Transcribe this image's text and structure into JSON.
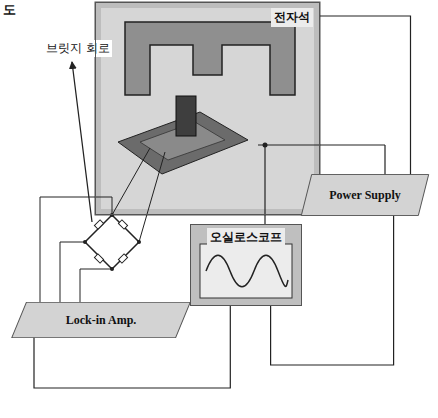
{
  "diagram": {
    "title": "도",
    "nodes": [
      {
        "text": [
          "전자석"
        ]
      },
      {
        "text": [
          "Power Supply"
        ]
      },
      {
        "text": [
          "오실로스코프"
        ]
      },
      {
        "text": [
          "Lock-in Amp."
        ]
      }
    ],
    "edges": [
      {
        "from": 0,
        "to": 1,
        "arrow": "none"
      },
      {
        "from": 2,
        "to": 1,
        "arrow": "none"
      },
      {
        "from": 3,
        "to": 2,
        "arrow": "none"
      }
    ],
    "labels": [
      "브릿지 회로"
    ]
  }
}
